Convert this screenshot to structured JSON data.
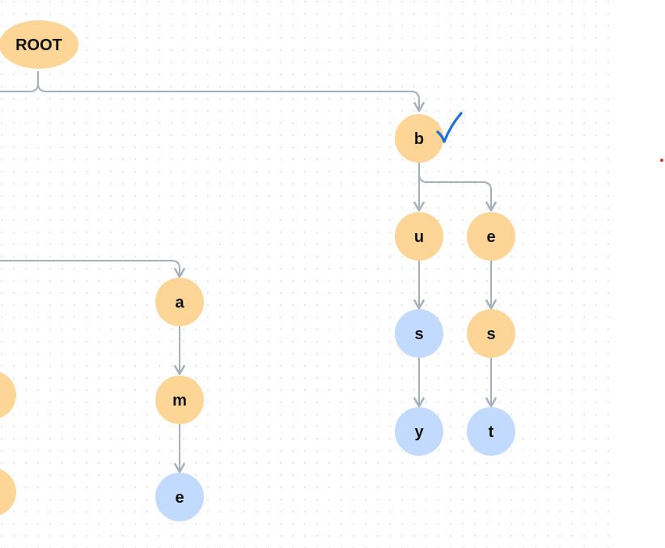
{
  "diagram": {
    "colors": {
      "node_orange": "#FDD596",
      "node_blue": "#C2DAFD",
      "edge": "#A6B1BC",
      "dot_grid": "#E2E4E8",
      "check": "#1E6FD9",
      "stray_dot": "#D9342B"
    },
    "nodes": {
      "root": {
        "label": "ROOT",
        "color": "orange"
      },
      "b": {
        "label": "b",
        "color": "orange"
      },
      "b_u": {
        "label": "u",
        "color": "orange"
      },
      "b_u_s": {
        "label": "s",
        "color": "blue"
      },
      "b_u_s_y": {
        "label": "y",
        "color": "blue"
      },
      "b_e": {
        "label": "e",
        "color": "orange"
      },
      "b_e_s": {
        "label": "s",
        "color": "orange"
      },
      "b_e_s_t": {
        "label": "t",
        "color": "blue"
      },
      "a": {
        "label": "a",
        "color": "orange"
      },
      "a_m": {
        "label": "m",
        "color": "orange"
      },
      "a_m_e": {
        "label": "e",
        "color": "blue"
      },
      "partial_1": {
        "label": "",
        "color": "orange"
      },
      "partial_2": {
        "label": "",
        "color": "orange"
      }
    },
    "edges": [
      {
        "from": "root",
        "to": "b"
      },
      {
        "from": "b",
        "to": "b_u"
      },
      {
        "from": "b",
        "to": "b_e"
      },
      {
        "from": "b_u",
        "to": "b_u_s"
      },
      {
        "from": "b_u_s",
        "to": "b_u_s_y"
      },
      {
        "from": "b_e",
        "to": "b_e_s"
      },
      {
        "from": "b_e_s",
        "to": "b_e_s_t"
      },
      {
        "from": "offscreen",
        "to": "a"
      },
      {
        "from": "a",
        "to": "a_m"
      },
      {
        "from": "a_m",
        "to": "a_m_e"
      }
    ],
    "annotations": {
      "checkmark_icon": "check-icon",
      "stray_dot": "red-dot"
    }
  }
}
